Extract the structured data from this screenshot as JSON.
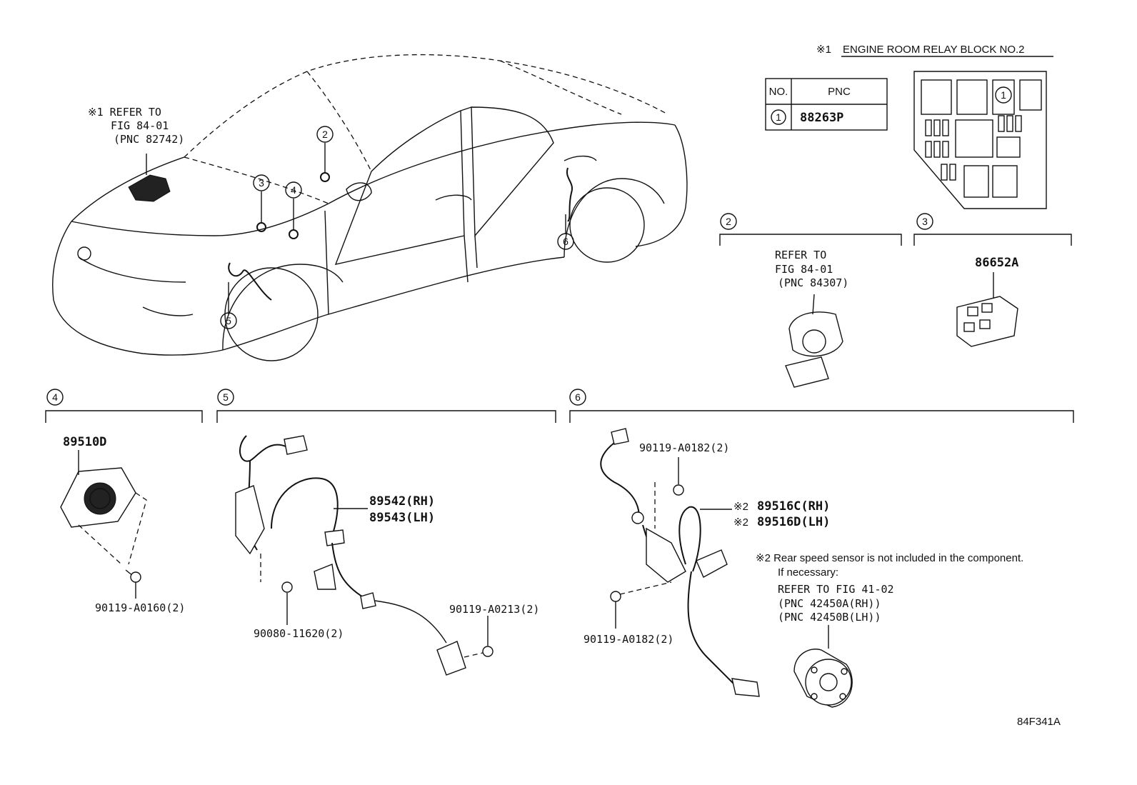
{
  "relay_block": {
    "title_mark": "※1",
    "title": "ENGINE ROOM RELAY BLOCK NO.2",
    "table": {
      "headers": [
        "NO.",
        "PNC"
      ],
      "rows": [
        {
          "no": "1",
          "pnc": "88263P"
        }
      ]
    },
    "marker": "1"
  },
  "car": {
    "callouts": [
      "2",
      "3",
      "4",
      "5",
      "6"
    ],
    "refer_note": {
      "line1": "※1 REFER TO",
      "line2": "FIG 84-01",
      "line3": "(PNC 82742)"
    }
  },
  "section2": {
    "number": "2",
    "refer_line1": "REFER TO",
    "refer_line2": "FIG 84-01",
    "refer_line3": "(PNC 84307)"
  },
  "section3": {
    "number": "3",
    "part": "86652A"
  },
  "section4": {
    "number": "4",
    "part": "89510D",
    "bolt": "90119-A0160(2)"
  },
  "section5": {
    "number": "5",
    "part_rh": "89542(RH)",
    "part_lh": "89543(LH)",
    "bolt_a": "90080-11620(2)",
    "bolt_b": "90119-A0213(2)"
  },
  "section6": {
    "number": "6",
    "bolt_top": "90119-A0182(2)",
    "mark_rh": "※2",
    "part_rh": "89516C(RH)",
    "mark_lh": "※2",
    "part_lh": "89516D(LH)",
    "bolt_bottom": "90119-A0182(2)",
    "note_line1": "※2 Rear speed sensor is not included in the component.",
    "note_line2": "If necessary:",
    "note_line3": "REFER TO FIG 41-02",
    "note_line4": "(PNC 42450A(RH))",
    "note_line5": "(PNC 42450B(LH))"
  },
  "figure_code": "84F341A"
}
